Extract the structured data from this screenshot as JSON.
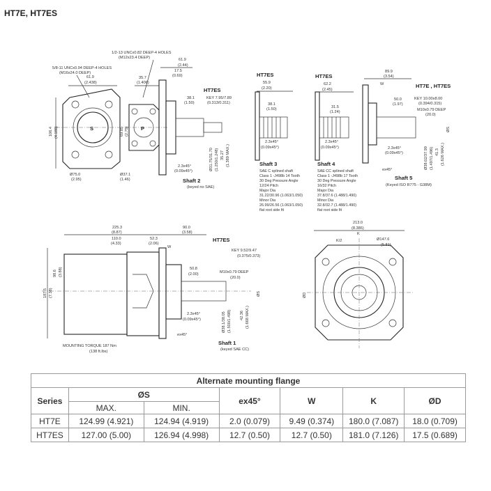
{
  "page_title": "HT7E, HT7ES",
  "drawing": {
    "top_left": {
      "note_holes_13": "1/2-13 UNCx0.82 DEEP-4 HOLES",
      "note_holes_13_metric": "(M12x23.4 DEEP)",
      "note_holes_58": "5/8-11 UNCx0.94 DEEP-4 HOLES",
      "note_holes_58_metric": "(M16x24.0 DEEP)",
      "d_61_9": "61.9",
      "d_2_438": "(2.438)",
      "d_61_9b": "61.9",
      "d_2_44": "(2.44)",
      "d_35_7": "35.7",
      "d_1_406": "(1.406)",
      "d_17_5": "17.5",
      "d_0_69": "(0.69)",
      "d_106_4": "106.4",
      "d_4_188": "(4.188)",
      "d_69_85": "69.85",
      "d_2_75": "(2.75)",
      "d_75": "Ø75.0",
      "d_2_95": "(2.95)",
      "d_37_1": "Ø37.1",
      "d_1_46": "(1.46)",
      "label_s": "S",
      "label_p": "P"
    },
    "shaft2": {
      "label_model": "HT7ES",
      "d_38_1": "38.1",
      "d_1_50": "(1.50)",
      "key": "KEY 7.95/7.89",
      "key_in": "(0.313/0.311)",
      "d_31": "Ø31.75/31.70",
      "d_31_in": "(1.250/1.248)",
      "d_35": "35.27",
      "d_35_in": "(1.389 MAX.)",
      "chamfer": "2.3x45°",
      "chamfer_in": "(0.09x45°)",
      "name": "Shaft 2",
      "desc": "(keyed no SAE)"
    },
    "shaft3": {
      "label_model": "HT7ES",
      "d_55_9": "55.9",
      "d_2_20": "(2.20)",
      "d_38_1": "38.1",
      "d_1_50": "(1.50)",
      "chamfer": "2.3x45°",
      "chamfer_in": "(0.09x45°)",
      "name": "Shaft 3",
      "specs": [
        "SAE C splined shaft",
        "Class 1 -J498b 14 Tooth",
        "30 Deg Pressure Angle",
        "12/24 Pitch",
        "Major Dia",
        "31.22/30.96 (1.063/1.050)",
        "Minor Dia",
        "26.99/26.56 (1.063/1.050)",
        "flat root side fit"
      ]
    },
    "shaft4": {
      "label_model": "HT7ES",
      "d_62_2": "62.2",
      "d_2_45": "(2.45)",
      "d_31_5": "31.5",
      "d_1_24": "(1.24)",
      "chamfer": "2.3x45°",
      "chamfer_in": "(0.09x45°)",
      "name": "Shaft 4",
      "specs": [
        "SAE CC splined shaft",
        "Class 1 -J498b 17 Tooth",
        "30 Deg Pressure Angle",
        "16/32 Pitch",
        "Major Dia",
        "37.8/37.6 (1.488/1.490)",
        "Minor Dia",
        "32.8/32.7 (1.488/1.490)",
        "flat root side fit"
      ]
    },
    "shaft5": {
      "d_89_9": "89.9",
      "d_3_54": "(3.54)",
      "label_w": "W",
      "label_models": "HT7E , HT7ES",
      "d_50": "50.0",
      "d_1_97": "(1.97)",
      "key": "KEY 10.00x8.00",
      "key_in": "(0.394/0.315)",
      "thread": "M10x0.79 DEEP",
      "thread_depth": "(20.0)",
      "label_os": "ØS",
      "chamfer": "2.3x45°",
      "chamfer_in": "(0.09x45°)",
      "d_38": "Ø38.02/37.99",
      "d_38_in": "(1.497/1.496)",
      "d_41_3": "41.3",
      "d_41_3_in": "(1.626 MAX.)",
      "ex45": "ex45°",
      "name": "Shaft 5",
      "desc": "(Keyed ISO R775 - G38M)"
    },
    "side_view": {
      "d_225_3": "225.3",
      "d_8_87": "(8.87)",
      "d_110": "110.0",
      "d_4_33": "(4.33)",
      "d_52_3": "52.3",
      "d_2_06": "(2.06)",
      "d_90": "90.0",
      "d_3_58": "(3.58)",
      "label_w": "W",
      "label_model": "HT7ES",
      "key": "KEY 9.52/9.47",
      "key_in": "(0.375/0.373)",
      "d_50_8": "50.8",
      "d_2_00": "(2.00)",
      "thread": "M10x0.79 DEEP",
      "thread_depth": "(20.0)",
      "d_187_5": "187.5",
      "d_7_38": "(7.38)",
      "d_98_6": "98.6",
      "d_3_88": "(3.88)",
      "label_os": "ØS",
      "chamfer": "2.3x45°",
      "chamfer_in": "(0.09x45°)",
      "d_38_1": "Ø38.1/38.05",
      "d_38_1_in": "(1.500/1.498)",
      "d_42_36": "42.36",
      "d_42_36_in": "(1.668 MAX.)",
      "ex45": "ex45°",
      "torque": "MOUNTING TORQUE 187 Nm",
      "torque_in": "(138 ft.lbs)",
      "name": "Shaft 1",
      "desc": "(keyed SAE CC)"
    },
    "front_view": {
      "d_213": "213.0",
      "d_8_386": "(8.386)",
      "label_k": "K",
      "label_k2": "K/2",
      "d_147_6": "Ø147.6",
      "d_5_81": "(5.81)",
      "label_od": "ØD"
    }
  },
  "table": {
    "caption": "Alternate mounting flange",
    "headers": {
      "series": "Series",
      "os": "ØS",
      "max": "MAX.",
      "min": "MIN.",
      "ex45": "ex45°",
      "w": "W",
      "k": "K",
      "od": "ØD"
    },
    "rows": [
      {
        "series": "HT7E",
        "max": "124.99 (4.921)",
        "min": "124.94 (4.919)",
        "ex45": "2.0 (0.079)",
        "w": "9.49 (0.374)",
        "k": "180.0 (7.087)",
        "od": "18.0 (0.709)"
      },
      {
        "series": "HT7ES",
        "max": "127.00 (5.00)",
        "min": "126.94 (4.998)",
        "ex45": "12.7 (0.50)",
        "w": "12.7 (0.50)",
        "k": "181.0 (7.126)",
        "od": "17.5 (0.689)"
      }
    ]
  }
}
